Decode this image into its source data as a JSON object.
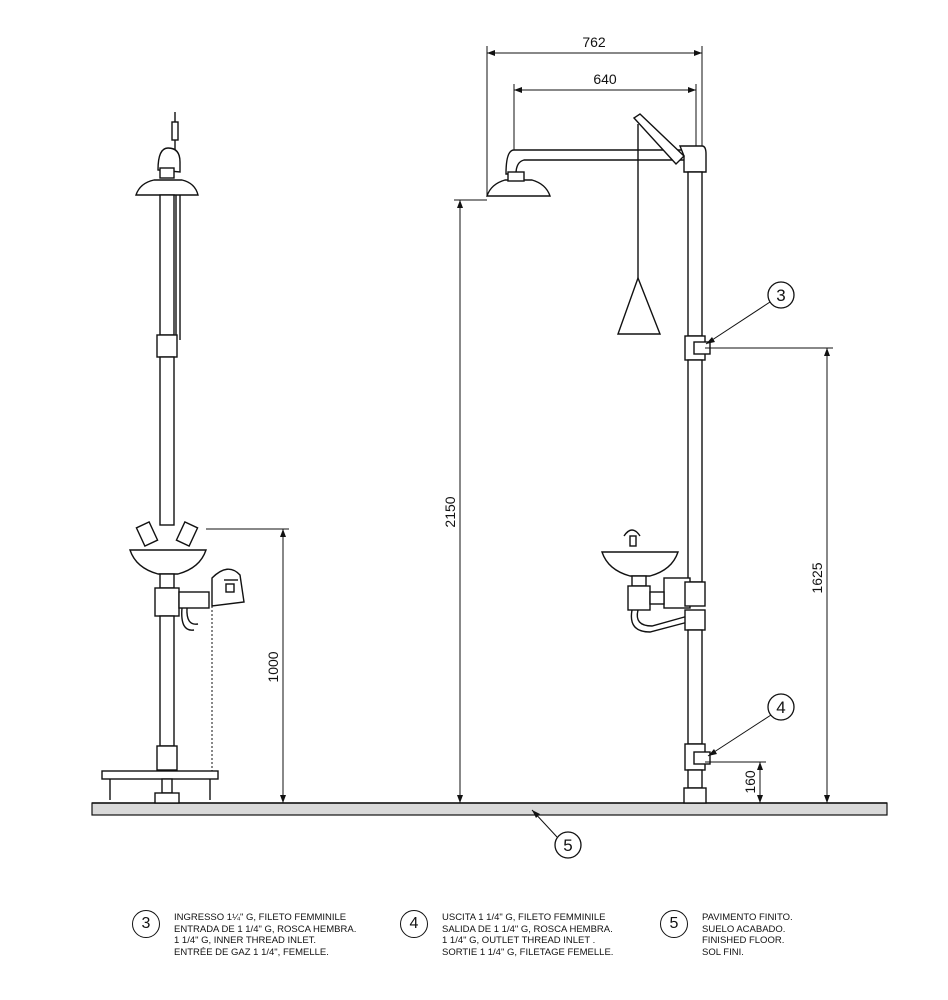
{
  "dimensions": {
    "width_762": "762",
    "width_640": "640",
    "height_2150": "2150",
    "height_1625": "1625",
    "height_1000": "1000",
    "height_160": "160"
  },
  "callouts": {
    "c3": "3",
    "c4": "4",
    "c5": "5"
  },
  "legend": [
    {
      "number": "3",
      "lines": [
        "INGRESSO 1¼\" G, FILETO FEMMINILE",
        "ENTRADA DE 1 1/4\" G, ROSCA HEMBRA.",
        "1 1/4\" G, INNER THREAD INLET.",
        "ENTRÉE DE GAZ 1 1/4\", FEMELLE."
      ]
    },
    {
      "number": "4",
      "lines": [
        "USCITA 1 1/4\" G, FILETO FEMMINILE",
        "SALIDA DE 1 1/4\" G, ROSCA HEMBRA.",
        "1 1/4\" G, OUTLET THREAD INLET .",
        "SORTIE 1 1/4\" G, FILETAGE FEMELLE."
      ]
    },
    {
      "number": "5",
      "lines": [
        "PAVIMENTO FINITO.",
        "SUELO ACABADO.",
        "FINISHED FLOOR.",
        "SOL FINI."
      ]
    }
  ],
  "colors": {
    "line": "#111111",
    "floor_fill": "#d9d9d9"
  }
}
